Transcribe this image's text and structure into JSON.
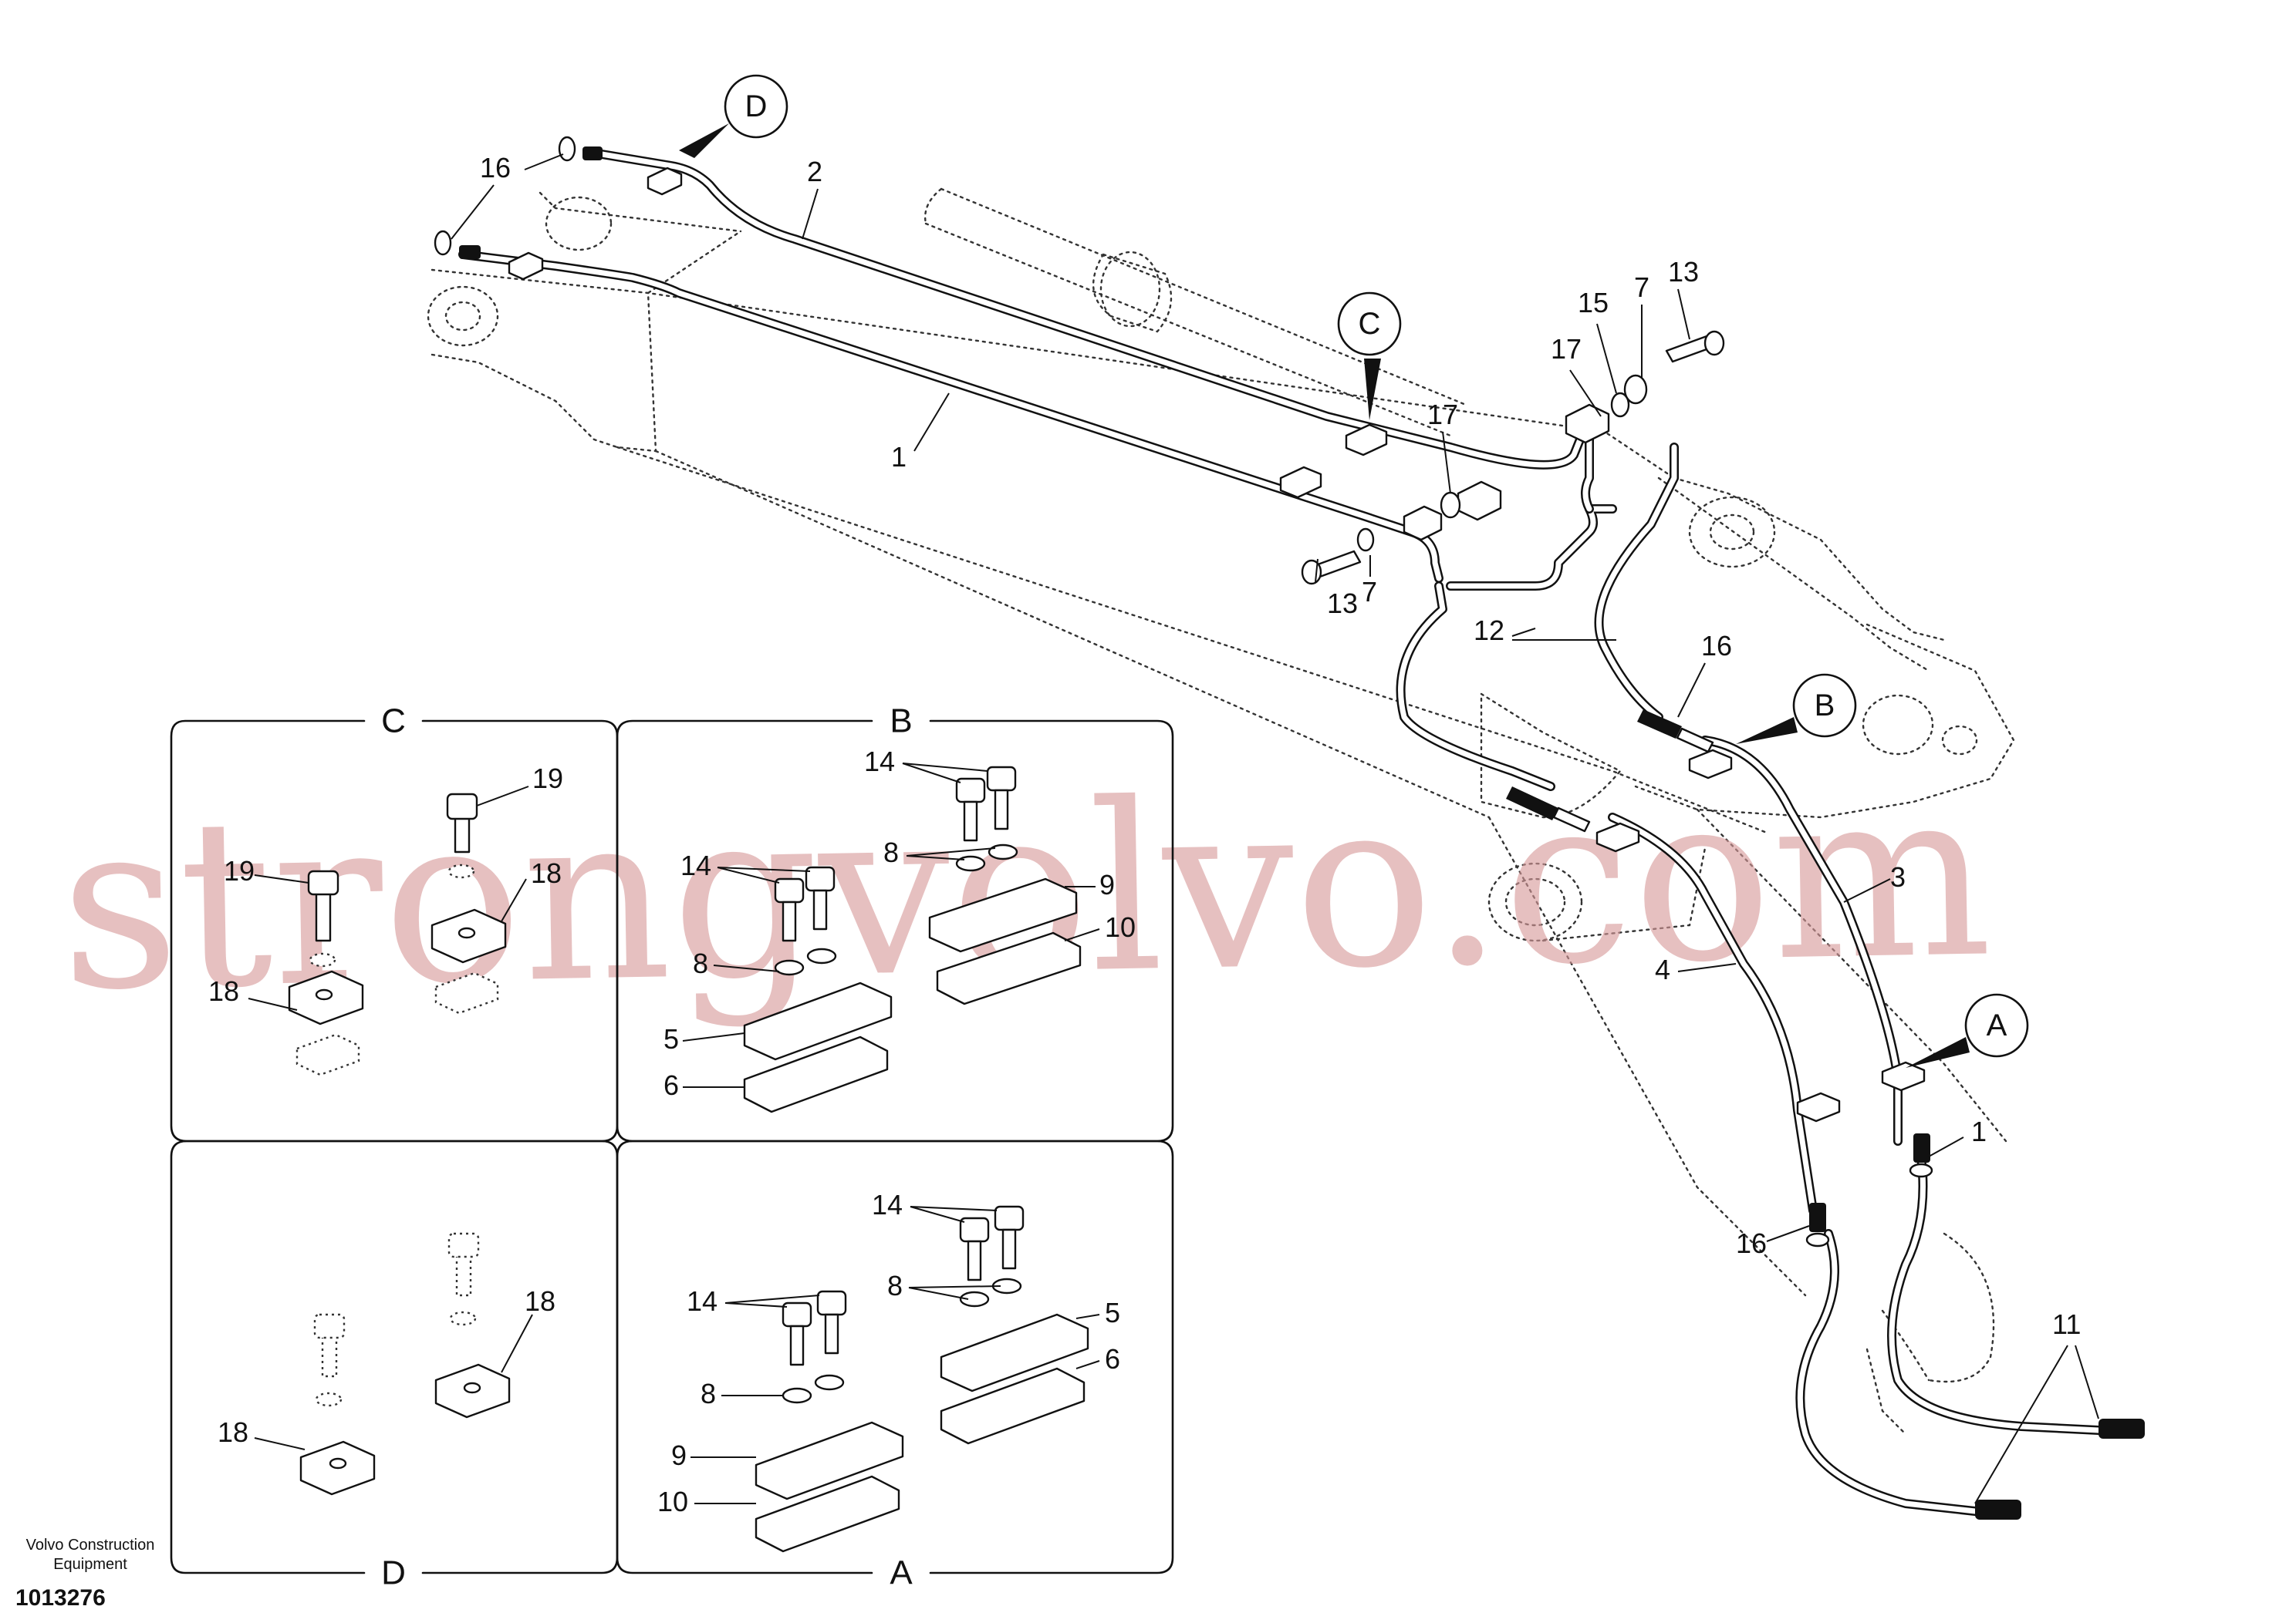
{
  "drawing": {
    "callouts": [
      "A",
      "B",
      "C",
      "D"
    ],
    "part_numbers": {
      "p1": "1",
      "p2": "2",
      "p3": "3",
      "p4": "4",
      "p5": "5",
      "p6": "6",
      "p7": "7",
      "p8": "8",
      "p9": "9",
      "p10": "10",
      "p11": "11",
      "p12": "12",
      "p13": "13",
      "p14": "14",
      "p15": "15",
      "p16": "16",
      "p17": "17",
      "p18": "18",
      "p19": "19"
    },
    "partial_labels": {
      "p19_cut": "19",
      "p16_cut": "1"
    }
  },
  "insets": {
    "c": "C",
    "b": "B",
    "d": "D",
    "a": "A"
  },
  "watermark": "strongvolvo.com",
  "footer": {
    "company": "Volvo Construction",
    "company2": "Equipment",
    "doc_number": "1013276"
  }
}
